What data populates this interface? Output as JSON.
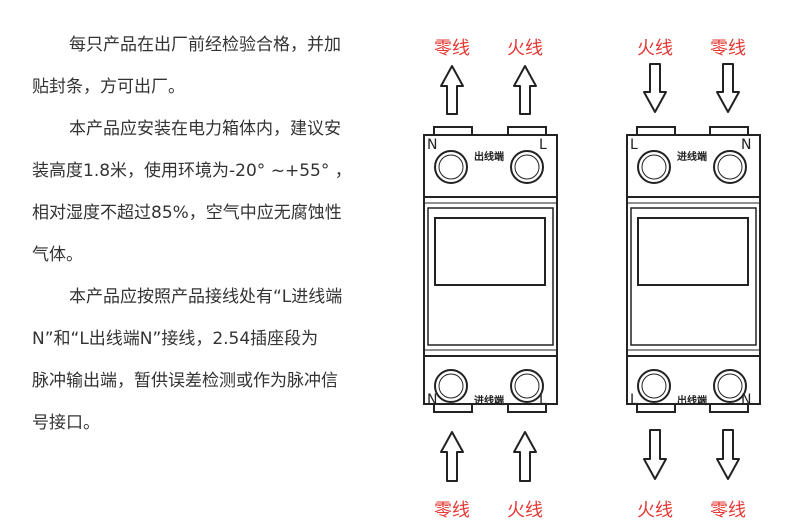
{
  "description": {
    "paragraphs": [
      {
        "lines": [
          "每只产品在出厂前经检验合格，并加",
          "贴封条，方可出厂。"
        ]
      },
      {
        "lines": [
          "本产品应安装在电力箱体内，建议安",
          "装高度1.8米，使用环境为-20°  ~+55°  ，",
          "相对湿度不超过85%，空气中应无腐蚀性",
          "气体。"
        ]
      },
      {
        "lines": [
          "本产品应按照产品接线处有“L进线端",
          "N”和“L出线端N”接线，2.54插座段为",
          "脉冲输出端，暂供误差检测或作为脉冲信",
          "号接口。"
        ]
      }
    ]
  },
  "diagram_left": {
    "top_labels": [
      "零线",
      "火线"
    ],
    "top_arrow_direction": "up",
    "top_terminal": {
      "left": "N",
      "right": "L",
      "caption": "出线端"
    },
    "bottom_terminal": {
      "left": "N",
      "right": "L",
      "caption": "进线端"
    },
    "bottom_arrow_direction": "up",
    "bottom_labels": [
      "零线",
      "火线"
    ]
  },
  "diagram_right": {
    "top_labels": [
      "火线",
      "零线"
    ],
    "top_arrow_direction": "down",
    "top_terminal": {
      "left": "L",
      "right": "N",
      "caption": "进线端"
    },
    "bottom_terminal": {
      "left": "L",
      "right": "N",
      "caption": "出线端"
    },
    "bottom_arrow_direction": "down",
    "bottom_labels": [
      "火线",
      "零线"
    ]
  },
  "colors": {
    "label_red": "#e53935",
    "outline": "#222222",
    "text_gray": "#333333"
  }
}
